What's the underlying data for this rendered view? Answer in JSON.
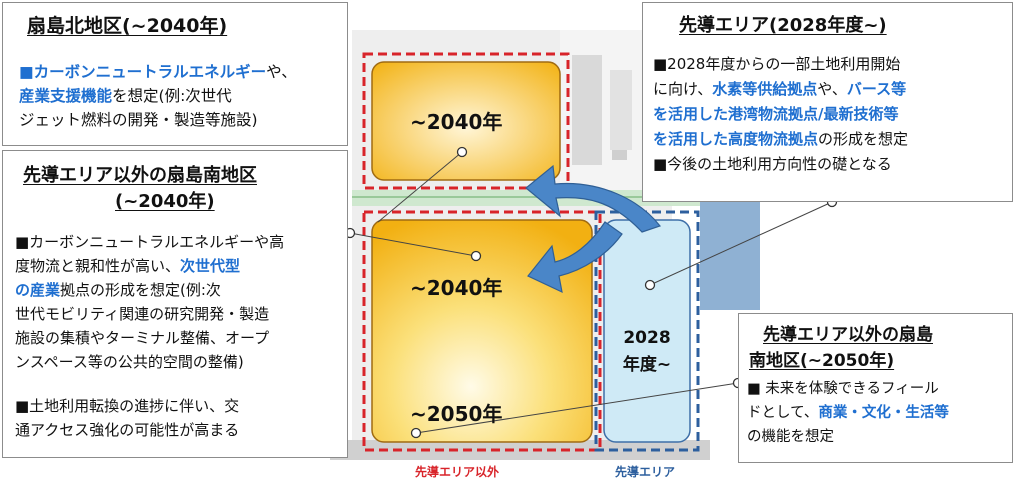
{
  "map": {
    "north_zone_label": "~2040年",
    "south_upper_label": "~2040年",
    "south_lower_label": "~2050年",
    "lead_zone_label_line1": "2028",
    "lead_zone_label_line2": "年度~",
    "bottom_label_non_lead": "先導エリア以外",
    "bottom_label_lead": "先導エリア"
  },
  "north_panel": {
    "title": "扇島北地区(~2040年)",
    "line1_bold": "■カーボンニュートラルエネルギー",
    "line1_tail": "や、",
    "line2_bold": "産業支援機能",
    "line2_tail": "を想定(例:次世代",
    "line3": "ジェット燃料の開発・製造等施設)"
  },
  "south_panel": {
    "title_line1": "先導エリア以外の扇島南地区",
    "title_line2": "(~2040年)",
    "line1": "■カーボンニュートラルエネルギーや高",
    "line2_head": "度物流と親和性が高い、",
    "line2_bold": "次世代型",
    "line3_bold": "の産業",
    "line3_tail": "拠点の形成を想定(例:次",
    "line4": "世代モビリティ関連の研究開発・製造",
    "line5": "施設の集積やターミナル整備、オープ",
    "line6": "ンスペース等の公共的空間の整備)",
    "line7": "■土地利用転換の進捗に伴い、交",
    "line8": "通アクセス強化の可能性が高まる"
  },
  "lead_panel": {
    "title": "先導エリア(2028年度~)",
    "line1": "■2028年度からの一部土地利用開始",
    "line2_head": "に向け、",
    "line2_bold1": "水素等供給拠点",
    "line2_mid": "や、",
    "line2_bold2": "バース等",
    "line3_bold": "を活用した港湾物流拠点/最新技術等",
    "line4_bold": "を活用した高度物流拠点",
    "line4_tail": "の形成を想定",
    "line5": "■今後の土地利用方向性の礎となる"
  },
  "south2050_panel": {
    "title_line1": "先導エリア以外の扇島",
    "title_line2": "南地区(~2050年)",
    "line1": "■ 未来を体験できるフィール",
    "line2_head": "ドとして、",
    "line2_bold": "商業・文化・生活等",
    "line3": "の機能を想定"
  },
  "colors": {
    "accent_blue": "#1f6fd0",
    "dashed_red": "#d8242a",
    "dashed_blue": "#2d5f9e",
    "zone_yellow": "#f5c21b",
    "zone_lightblue": "#cfeaf6",
    "arrow_blue": "#4a86c8"
  }
}
